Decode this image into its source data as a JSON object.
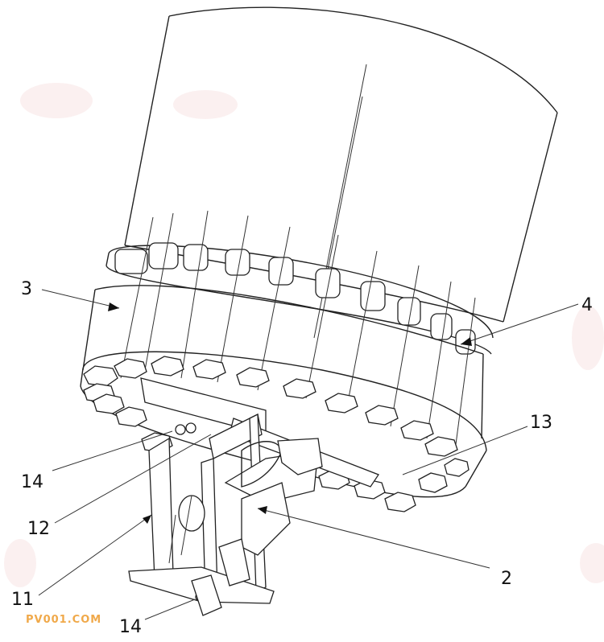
{
  "labels": {
    "l3": "3",
    "l4": "4",
    "l13": "13",
    "l14a": "14",
    "l12": "12",
    "l11": "11",
    "l2": "2",
    "l14b": "14"
  },
  "watermark": "PV001.COM",
  "colors": {
    "line": "#222222",
    "watermark": "#f0a94a",
    "background": "#ffffff"
  }
}
